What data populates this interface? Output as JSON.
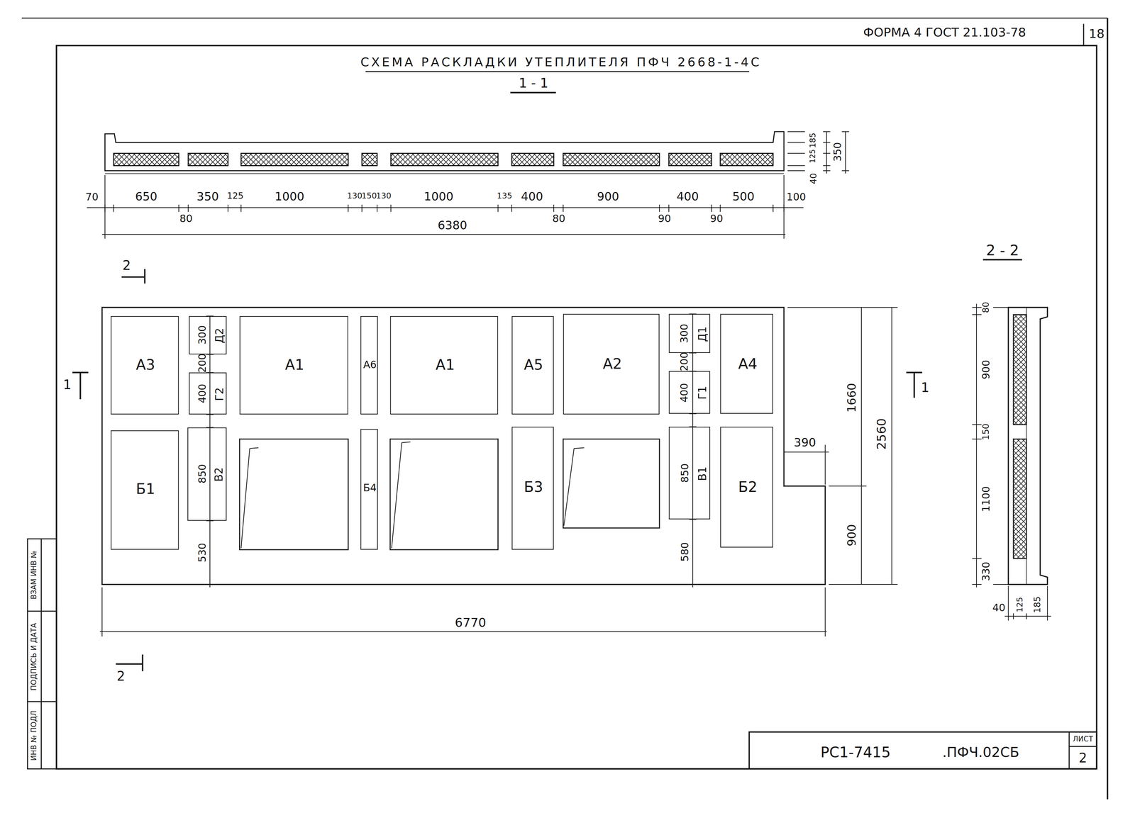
{
  "diagram": {
    "title": "СХЕМА РАСКЛАДКИ УТЕПЛИТЕЛЯ ПФЧ 2668-1-4С",
    "nodes": [
      {
        "text": [
          "А3"
        ]
      },
      {
        "text": [
          "Д2"
        ]
      },
      {
        "text": [
          "Г2"
        ]
      },
      {
        "text": [
          "А1"
        ]
      },
      {
        "text": [
          "А6"
        ]
      },
      {
        "text": [
          "А1"
        ]
      },
      {
        "text": [
          "А5"
        ]
      },
      {
        "text": [
          "А2"
        ]
      },
      {
        "text": [
          "Д1"
        ]
      },
      {
        "text": [
          "Г1"
        ]
      },
      {
        "text": [
          "А4"
        ]
      },
      {
        "text": [
          "Б1"
        ]
      },
      {
        "text": [
          "В2"
        ]
      },
      {
        "text": [
          "Б4"
        ]
      },
      {
        "text": [
          "Б3"
        ]
      },
      {
        "text": [
          "В1"
        ]
      },
      {
        "text": [
          "Б2"
        ]
      }
    ],
    "labels": [
      "ФОРМА 4 ГОСТ 21.103-78",
      "18",
      "1 - 1",
      "70",
      "650",
      "350",
      "125",
      "1000",
      "130",
      "150",
      "130",
      "1000",
      "135",
      "400",
      "900",
      "400",
      "500",
      "100",
      "80",
      "80",
      "90",
      "90",
      "6380",
      "185",
      "125",
      "40",
      "350",
      "2",
      "2 - 2",
      "1",
      "1",
      "300",
      "200",
      "400",
      "850",
      "530",
      "300",
      "200",
      "400",
      "850",
      "580",
      "390",
      "1660",
      "2560",
      "900",
      "6770",
      "2",
      "80",
      "900",
      "150",
      "1100",
      "330",
      "40",
      "125",
      "185",
      "ИНВ № ПОДЛ",
      "ПОДПИСЬ И ДАТА",
      "ВЗАМ ИНВ №",
      "РС1-7415",
      ".ПФЧ.02СБ",
      "ЛИСТ",
      "2"
    ]
  }
}
